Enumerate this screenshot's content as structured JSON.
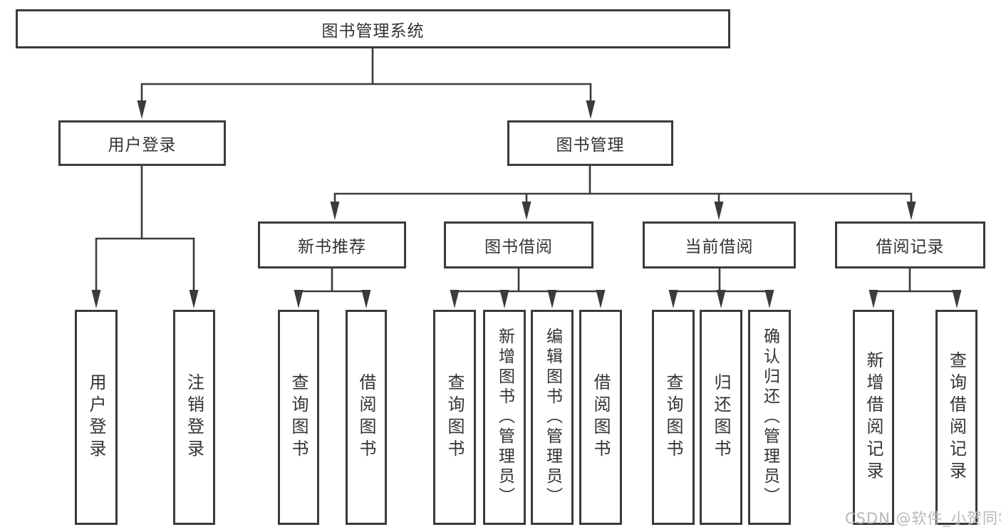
{
  "colors": {
    "line": "#3b3b3b",
    "text": "#333333",
    "watermark": "#b8b8b8",
    "background": "#ffffff"
  },
  "watermark": "CSDN @软件_小贺同学",
  "nodes": {
    "root": "图书管理系统",
    "user_login": "用户登录",
    "book_mgmt": "图书管理",
    "new_book_rec": "新书推荐",
    "book_borrow": "图书借阅",
    "current_borrow": "当前借阅",
    "borrow_records": "借阅记录",
    "login": "用户登录",
    "logout": "注销登录",
    "nb_query": "查询图书",
    "nb_borrow": "借阅图书",
    "bb_query": "查询图书",
    "bb_add": "新增图书（管理员）",
    "bb_edit": "编辑图书（管理员）",
    "bb_borrow": "借阅图书",
    "cb_query": "查询图书",
    "cb_return": "归还图书",
    "cb_confirm": "确认归还（管理员）",
    "br_add": "新增借阅记录",
    "br_query": "查询借阅记录"
  }
}
